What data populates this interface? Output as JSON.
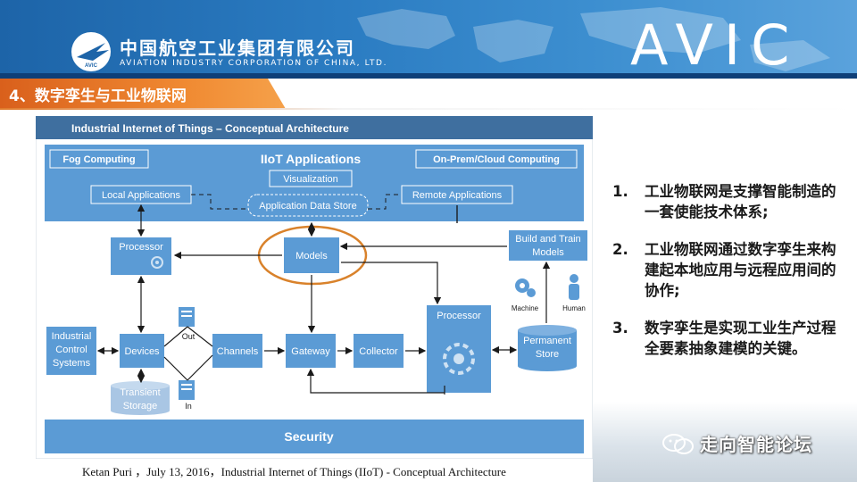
{
  "header": {
    "company_cn": "中国航空工业集团有限公司",
    "company_en": "AVIATION INDUSTRY CORPORATION OF CHINA, LTD.",
    "brand": "AVIC",
    "logo_icon": "avic-wing-logo-icon",
    "banner_color": "#2a78bf"
  },
  "section": {
    "title": "4、数字孪生与工业物联网",
    "accent_color": "#ee7f2d"
  },
  "diagram": {
    "title": "Industrial Internet of Things – Conceptual Architecture",
    "apps_title": "IIoT Applications",
    "fog": "Fog Computing",
    "cloud": "On-Prem/Cloud Computing",
    "visualization": "Visualization",
    "local_apps": "Local Applications",
    "data_store": "Application Data Store",
    "remote_apps": "Remote Applications",
    "processor_left": "Processor",
    "models": "Models",
    "build_train_line1": "Build and Train",
    "build_train_line2": "Models",
    "machine": "Machine",
    "human": "Human",
    "ics_line1": "Industrial",
    "ics_line2": "Control",
    "ics_line3": "Systems",
    "devices": "Devices",
    "out": "Out",
    "in": "In",
    "channels": "Channels",
    "gateway": "Gateway",
    "collector": "Collector",
    "processor_right": "Processor",
    "permanent_line1": "Permanent",
    "permanent_line2": "Store",
    "transient_line1": "Transient",
    "transient_line2": "Storage",
    "security": "Security",
    "primary_color": "#5b9bd5",
    "highlight_color": "#d9822b"
  },
  "bullets": [
    {
      "num": "1.",
      "text": "工业物联网是支撑智能制造的一套使能技术体系;"
    },
    {
      "num": "2.",
      "text": "工业物联网通过数字孪生来构建起本地应用与远程应用间的协作;"
    },
    {
      "num": "3.",
      "text": "数字孪生是实现工业生产过程全要素抽象建模的关键。"
    }
  ],
  "footer": {
    "caption": "Ketan Puri ，July 13, 2016，Industrial Internet of Things (IIoT) - Conceptual Architecture",
    "watermark": "走向智能论坛",
    "watermark_icon": "wechat-icon"
  }
}
